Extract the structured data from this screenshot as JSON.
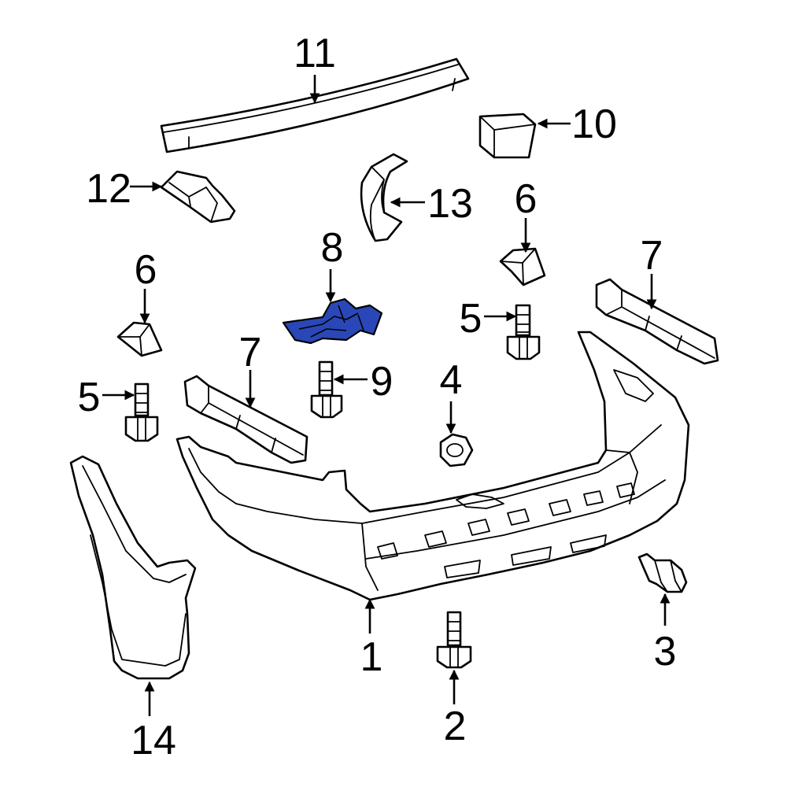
{
  "diagram": {
    "highlight_color": "#2a47b8",
    "callouts": {
      "c1": "1",
      "c2": "2",
      "c3": "3",
      "c4": "4",
      "c5_left": "5",
      "c5_right": "5",
      "c6_left": "6",
      "c6_right": "6",
      "c7_left": "7",
      "c7_right": "7",
      "c8": "8",
      "c9": "9",
      "c10": "10",
      "c11": "11",
      "c12": "12",
      "c13": "13",
      "c14": "14"
    }
  }
}
